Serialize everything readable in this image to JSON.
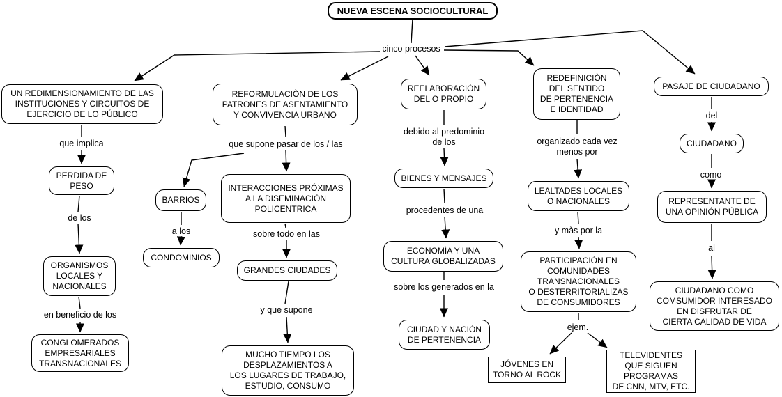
{
  "diagram": {
    "type": "concept-map",
    "colors": {
      "background": "#ffffff",
      "node_background": "#ffffff",
      "node_border": "#000000",
      "text": "#000000",
      "line": "#000000"
    }
  },
  "nodes": {
    "title": "NUEVA ESCENA SOCIOCULTURAL",
    "c1": "UN REDIMENSIONAMIENTO DE LAS\nINSTITUCIONES Y CIRCUITOS DE\nEJERCICIO DE LO PÚBLICO",
    "c1b": "PERDIDA DE\nPESO",
    "c1c": "ORGANISMOS\nLOCALES Y\nNACIONALES",
    "c1d": "CONGLOMERADOS\nEMPRESARIALES\nTRANSNACIONALES",
    "c2": "REFORMULACIÒN DE LOS\nPATRONES DE ASENTAMIENTO\nY CONVIVENCIA URBANO",
    "c2b": "BARRIOS",
    "c2c": "CONDOMINIOS",
    "c2d": "INTERACCIONES PRÓXIMAS\nA LA DISEMINACIÒN\nPOLICENTRICA",
    "c2e": "GRANDES CIUDADES",
    "c2f": "MUCHO TIEMPO LOS\nDESPLAZAMIENTOS A\nLOS LUGARES DE TRABAJO,\nESTUDIO, CONSUMO",
    "c3": "REELABORACIÒN\nDEL O PROPIO",
    "c3b": "BIENES Y MENSAJES",
    "c3c": "ECONOMÌA Y UNA\nCULTURA GLOBALIZADAS",
    "c3d": "CIUDAD Y NACIÒN\nDE PERTENENCIA",
    "c4": "REDEFINICIÒN\nDEL SENTIDO\nDE PERTENENCIA\nE IDENTIDAD",
    "c4b": "LEALTADES LOCALES\nO NACIONALES",
    "c4c": "PARTICIPACIÒN EN\nCOMUNIDADES\nTRANSNACIONALES\nO DESTERRITORIALIZAS\nDE CONSUMIDORES",
    "c4d": "JÓVENES EN\nTORNO AL ROCK",
    "c4e": "TELEVIDENTES\nQUE SIGUEN\nPROGRAMAS\nDE CNN, MTV, ETC.",
    "c5": "PASAJE DE CIUDADANO",
    "c5b": "CIUDADANO",
    "c5c": "REPRESENTANTE DE\nUNA OPINIÓN PÚBLICA",
    "c5d": "CIUDADANO COMO\nCOMSUMIDOR INTERESADO\nEN DISFRUTAR DE\nCIERTA CALIDAD DE VIDA"
  },
  "links": {
    "cinco": "cinco procesos",
    "l1a": "que implica",
    "l1b": "de los",
    "l1c": "en beneficio de los",
    "l2a": "que supone pasar de los / las",
    "l2b": "a los",
    "l2c": "sobre todo en las",
    "l2d": "y que supone",
    "l3a": "debido al predominio\nde los",
    "l3b": "procedentes de una",
    "l3c": "sobre los generados en la",
    "l4a": "organizado cada vez\nmenos por",
    "l4b": "y màs por la",
    "l4c": "ejem.",
    "l5a": "del",
    "l5b": "como",
    "l5c": "al"
  }
}
